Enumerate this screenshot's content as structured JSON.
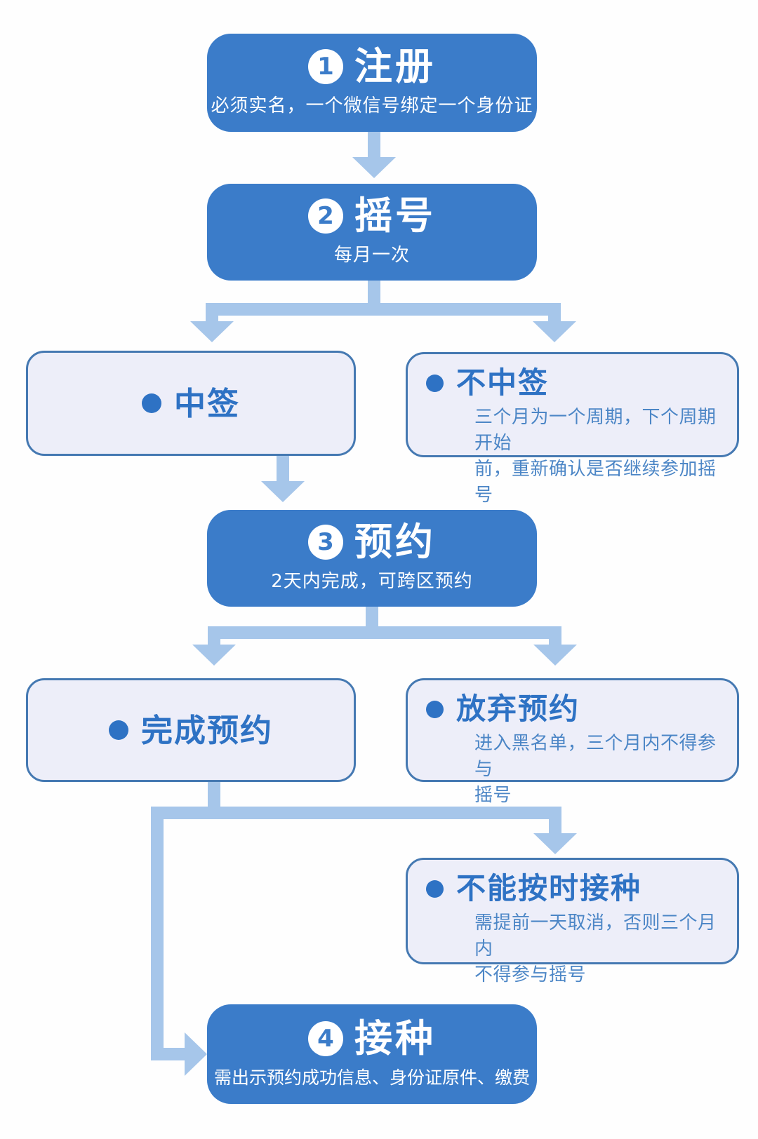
{
  "colors": {
    "background": "#FEFEFE",
    "step_box_fill": "#3B7CC9",
    "step_box_text": "#FFFFFF",
    "badge_fill": "#FFFFFF",
    "badge_number": "#3B7CC9",
    "outcome_box_fill": "#EDEEF9",
    "outcome_box_border": "#4579B2",
    "outcome_title_text": "#2E72C4",
    "outcome_detail_text": "#4C86C6",
    "connector": "#A6C6EA"
  },
  "flow": {
    "steps": [
      {
        "number": "1",
        "title": "注册",
        "subtitle": "必须实名，一个微信号绑定一个身份证"
      },
      {
        "number": "2",
        "title": "摇号",
        "subtitle": "每月一次"
      },
      {
        "number": "3",
        "title": "预约",
        "subtitle": "2天内完成，可跨区预约"
      },
      {
        "number": "4",
        "title": "接种",
        "subtitle": "需出示预约成功信息、身份证原件、缴费"
      }
    ],
    "outcomes": [
      {
        "title": "中签",
        "detail": ""
      },
      {
        "title": "不中签",
        "detail": "三个月为一个周期，下个周期开始\n前，重新确认是否继续参加摇号"
      },
      {
        "title": "完成预约",
        "detail": ""
      },
      {
        "title": "放弃预约",
        "detail": "进入黑名单，三个月内不得参与\n摇号"
      },
      {
        "title": "不能按时接种",
        "detail": "需提前一天取消，否则三个月内\n不得参与摇号"
      }
    ]
  }
}
